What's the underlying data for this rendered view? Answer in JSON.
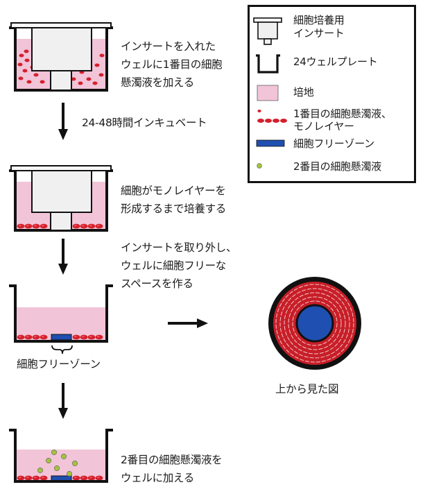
{
  "steps": {
    "step1": {
      "line1": "インサートを入れた",
      "line2": "ウェルに1番目の細胞",
      "line3": "懸濁液を加える"
    },
    "incubate": "24-48時間インキュベート",
    "step2": {
      "line1": "細胞がモノレイヤーを",
      "line2": "形成するまで培養する"
    },
    "step3": {
      "line1": "インサートを取り外し、",
      "line2": "ウェルに細胞フリーな",
      "line3": "スペースを作る"
    },
    "free_zone_label": "細胞フリーゾーン",
    "top_view_label": "上から見た図",
    "step4": {
      "line1": "2番目の細胞懸濁液を",
      "line2": "ウェルに加える"
    }
  },
  "legend": {
    "insert": {
      "line1": "細胞培養用",
      "line2": "インサート"
    },
    "plate": "24ウェルプレート",
    "medium": "培地",
    "cells1": {
      "line1": "1番目の細胞懸濁液、",
      "line2": "モノレイヤー"
    },
    "free_zone": "細胞フリーゾーン",
    "cells2": "2番目の細胞懸濁液"
  },
  "colors": {
    "medium": "#f2c4d8",
    "cells1": "#d4202c",
    "free_zone": "#1f4fb0",
    "cells2": "#a3c43c",
    "outline": "#111111"
  }
}
